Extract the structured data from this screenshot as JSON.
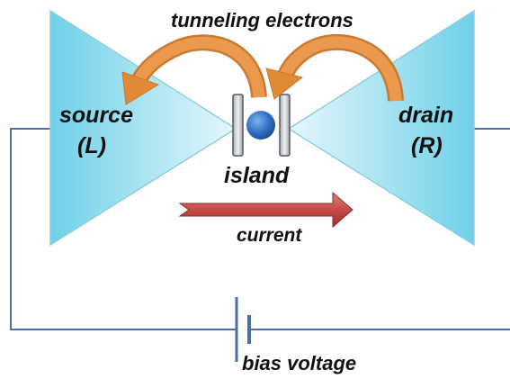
{
  "labels": {
    "tunneling": "tunneling electrons",
    "source": "source",
    "source_side": "(L)",
    "drain": "drain",
    "drain_side": "(R)",
    "island": "island",
    "current": "current",
    "bias": "bias voltage"
  },
  "colors": {
    "electrode_fill": "#6fd0e8",
    "electrode_edge": "#7ac8de",
    "wire": "#4a6fa5",
    "arrow_orange": "#e08a35",
    "current_arrow": "#c9524f",
    "island_dot": "#2e6fc4",
    "junction_plate": "#c8cdd2"
  },
  "icons": {
    "electron": "blue-sphere",
    "tunnel_arrow": "curved-orange-arrow",
    "current_arrow": "red-straight-arrow",
    "battery": "battery-symbol"
  }
}
